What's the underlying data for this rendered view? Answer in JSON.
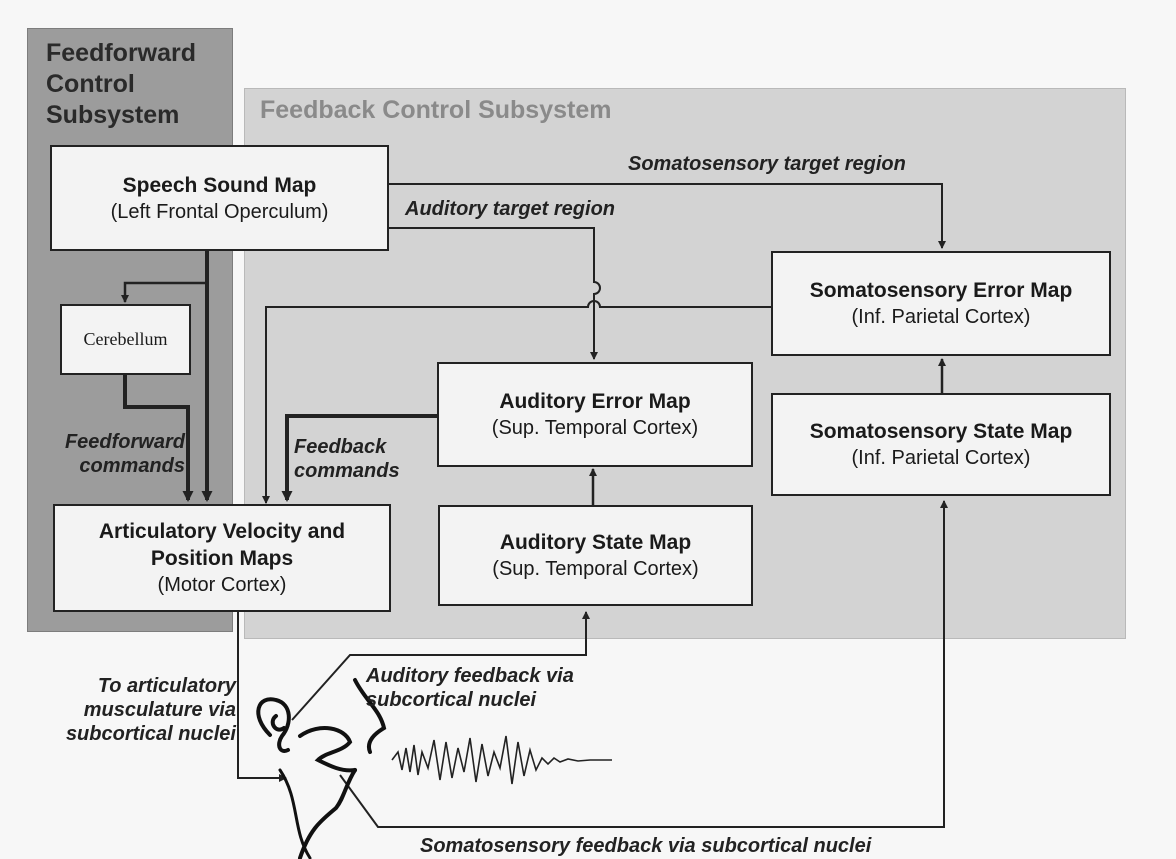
{
  "panels": {
    "feedforward_title": "Feedforward Control Subsystem",
    "feedback_title": "Feedback Control Subsystem"
  },
  "boxes": {
    "speech_sound_map": {
      "title": "Speech Sound Map",
      "subtitle": "(Left Frontal Operculum)"
    },
    "cerebellum": {
      "title": "Cerebellum"
    },
    "articulatory_maps": {
      "title": "Articulatory Velocity and Position Maps",
      "subtitle": "(Motor Cortex)"
    },
    "auditory_error_map": {
      "title": "Auditory Error Map",
      "subtitle": "(Sup. Temporal Cortex)"
    },
    "auditory_state_map": {
      "title": "Auditory State Map",
      "subtitle": "(Sup. Temporal Cortex)"
    },
    "somatosensory_error_map": {
      "title": "Somatosensory Error Map",
      "subtitle": "(Inf. Parietal Cortex)"
    },
    "somatosensory_state_map": {
      "title": "Somatosensory State Map",
      "subtitle": "(Inf. Parietal Cortex)"
    }
  },
  "labels": {
    "somatosensory_target": "Somatosensory target region",
    "auditory_target": "Auditory target region",
    "feedforward_commands": "Feedforward commands",
    "feedback_commands": "Feedback commands",
    "to_articulatory": "To articulatory musculature via subcortical nuclei",
    "auditory_feedback": "Auditory feedback via subcortical nuclei",
    "somatosensory_feedback": "Somatosensory feedback via subcortical nuclei"
  },
  "colors": {
    "feedforward_panel": "#9c9c9c",
    "feedback_panel": "#d3d3d3",
    "box_fill": "#f3f3f3",
    "line": "#222222"
  },
  "illustration": "speaker-head-with-ear-and-sound-waveform-icon"
}
